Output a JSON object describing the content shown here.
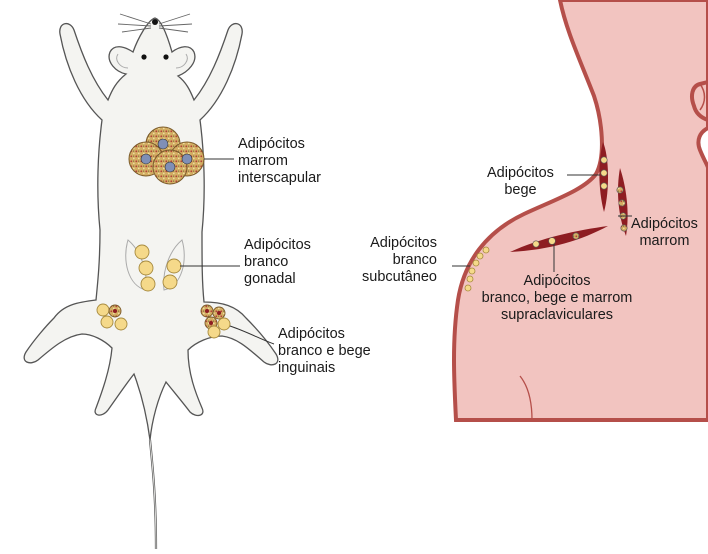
{
  "mouse": {
    "interscapular": {
      "line1": "Adipócitos",
      "line2": "marrom",
      "line3": "interscapular"
    },
    "gonadal": {
      "line1": "Adipócitos",
      "line2": "branco",
      "line3": "gonadal"
    },
    "inguinal": {
      "line1": "Adipócitos",
      "line2": "branco e bege",
      "line3": "inguinais"
    }
  },
  "human": {
    "beige": {
      "line1": "Adipócitos",
      "line2": "bege"
    },
    "brown": {
      "line1": "Adipócitos",
      "line2": "marrom"
    },
    "subcutaneous": {
      "line1": "Adipócitos",
      "line2": "branco",
      "line3": "subcutâneo"
    },
    "supraclavicular": {
      "line1": "Adipócitos",
      "line2": "branco, bege e marrom",
      "line3": "supraclaviculares"
    }
  },
  "colors": {
    "mouse_body": "#f4f4f1",
    "skin": "#f2c4c0",
    "skin_border": "#b54f4a",
    "brown_fat": "#c9a25a",
    "white_fat": "#f5d98a",
    "muscle": "#8e1d22"
  }
}
